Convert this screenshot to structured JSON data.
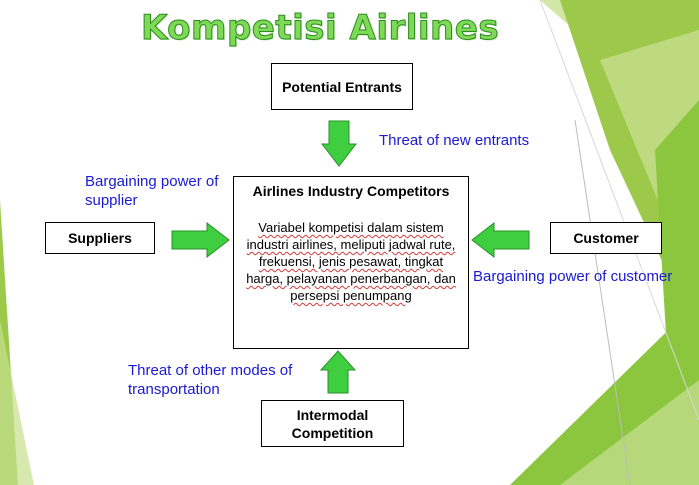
{
  "title": "Kompetisi Airlines",
  "colors": {
    "arrow_fill": "#3fce3f",
    "label_text": "#1a1ad4",
    "title_fill": "#7ed957",
    "decor_green": "#8cc63f"
  },
  "boxes": {
    "potential_entrants": "Potential Entrants",
    "industry_title": "Airlines Industry Competitors",
    "industry_desc": "Variabel kompetisi dalam sistem industri airlines, meliputi jadwal rute, frekuensi, jenis pesawat, tingkat harga, pelayanan penerbangan, dan persepsi penumpang",
    "suppliers": "Suppliers",
    "customer": "Customer",
    "intermodal": "Intermodal Competition"
  },
  "forces": {
    "new_entrants": "Threat of new entrants",
    "supplier_power": "Bargaining power of supplier",
    "customer_power": "Bargaining power of customer",
    "other_modes": "Threat of other modes of transportation"
  },
  "icons": [
    "arrow-down-icon",
    "arrow-right-icon",
    "arrow-left-icon",
    "arrow-up-icon"
  ]
}
